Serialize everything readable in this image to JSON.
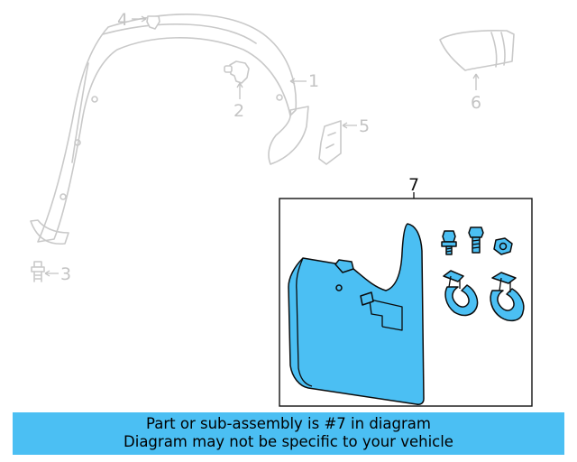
{
  "callouts": {
    "c1": "1",
    "c2": "2",
    "c3": "3",
    "c4": "4",
    "c5": "5",
    "c6": "6",
    "c7": "7"
  },
  "banner": {
    "line1": "Part or sub-assembly is #7 in diagram",
    "line2": "Diagram may not be specific to your vehicle"
  },
  "colors": {
    "highlight": "#4bbff3",
    "ghost": "#c9c9c9"
  }
}
